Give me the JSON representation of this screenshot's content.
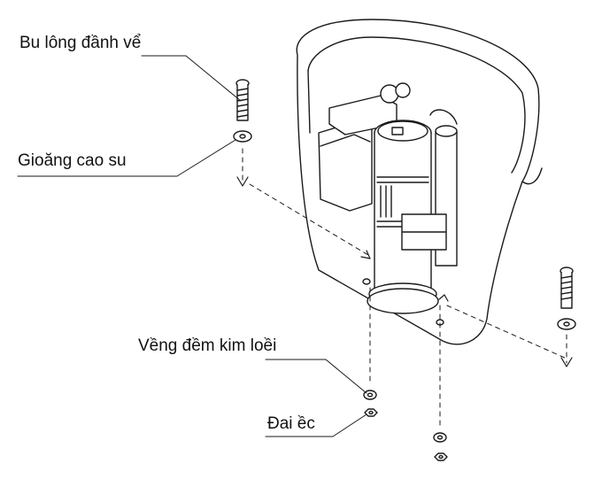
{
  "diagram": {
    "labels": {
      "bolt": "Bu lông đầnh vể",
      "gasket": "Gioăng cao su",
      "washer": "Vềng đềm kim loềi",
      "nut": "Đai ềc"
    },
    "line_color": "#1a1a1a",
    "fill_color": "#ffffff"
  }
}
